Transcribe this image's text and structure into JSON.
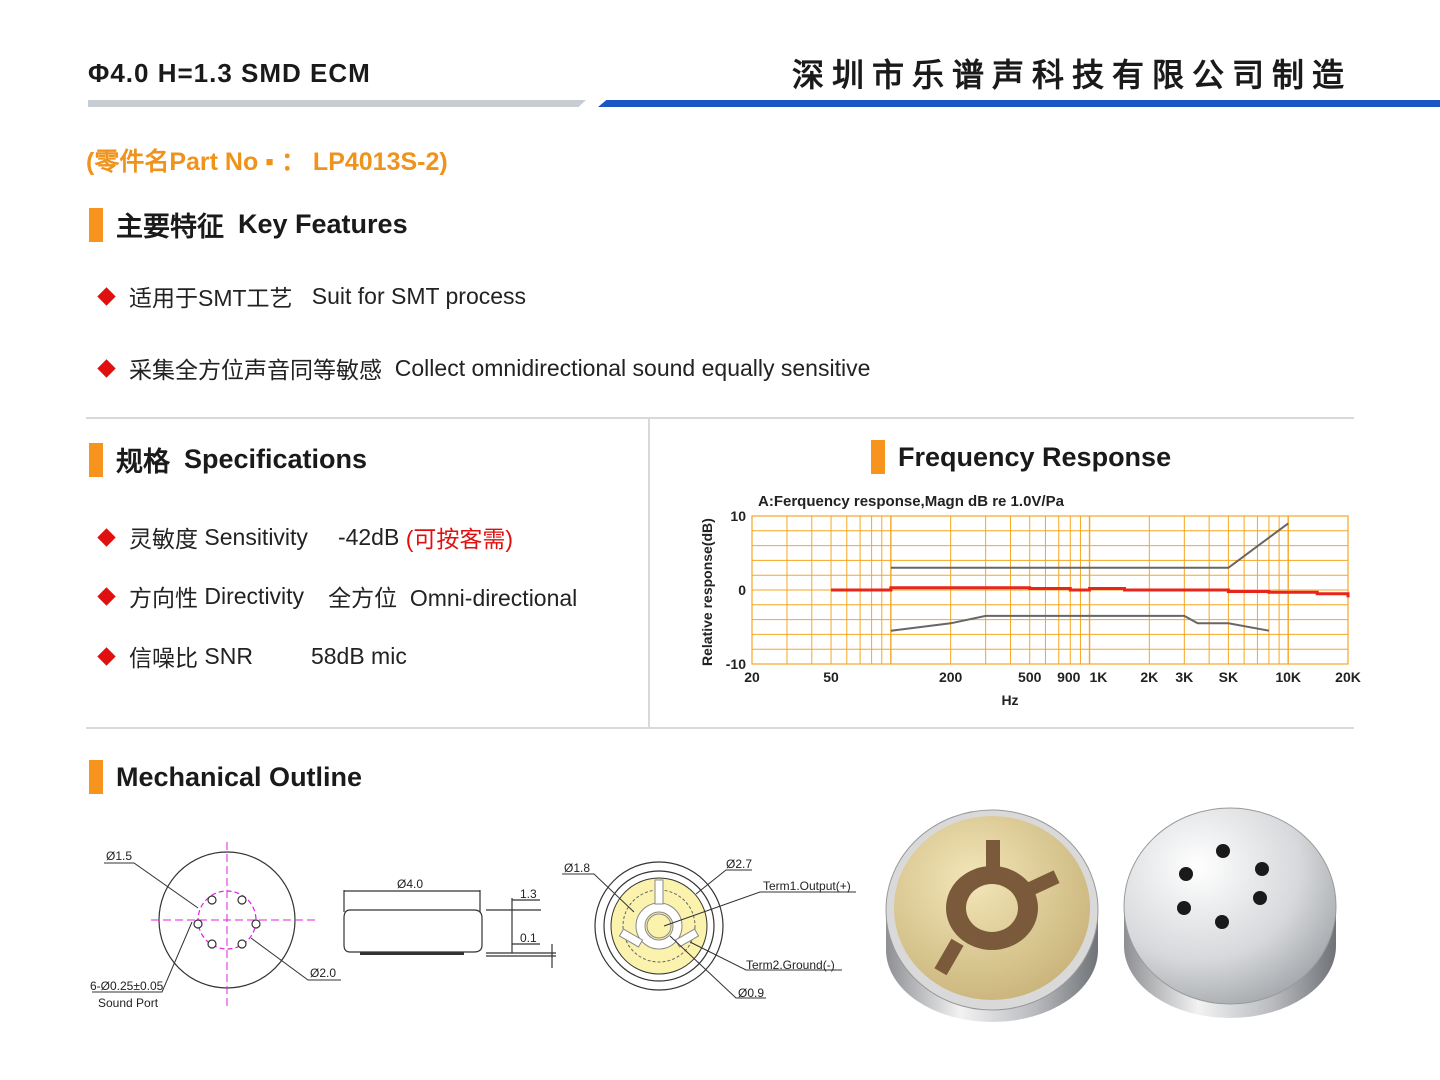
{
  "header": {
    "model": "Φ4.0  H=1.3  SMD  ECM",
    "company": "深圳市乐谱声科技有限公司制造"
  },
  "part_no": "(零件名Part No ▪ ：  LP4013S-2)",
  "features": {
    "title_cn": "主要特征",
    "title_en": "Key Features",
    "items": [
      {
        "cn": "适用于SMT工艺",
        "en": "Suit for SMT process"
      },
      {
        "cn": "采集全方位声音同等敏感",
        "en": "Collect omnidirectional sound equally sensitive"
      }
    ]
  },
  "specs": {
    "title_cn": "规格",
    "title_en": "Specifications",
    "items": [
      {
        "label_cn": "灵敏度",
        "label_en": "Sensitivity",
        "value": "-42dB",
        "note": "(可按客需)"
      },
      {
        "label_cn": "方向性",
        "label_en": "Directivity",
        "value": "全方位  Omni-directional",
        "note": ""
      },
      {
        "label_cn": "信噪比",
        "label_en": "SNR",
        "value": "58dB mic",
        "note": ""
      }
    ]
  },
  "frequency": {
    "title": "Frequency Response"
  },
  "chart_data": {
    "type": "line",
    "title": "A:Ferquency response,Magn dB re 1.0V/Pa",
    "xlabel": "Hz",
    "ylabel": "Relative  response(dB)",
    "x_scale": "log",
    "xlim": [
      20,
      20000
    ],
    "ylim": [
      -10,
      10
    ],
    "x_ticks": [
      {
        "v": 20,
        "label": "20"
      },
      {
        "v": 50,
        "label": "50"
      },
      {
        "v": 200,
        "label": "200"
      },
      {
        "v": 500,
        "label": "500"
      },
      {
        "v": 900,
        "label": "900"
      },
      {
        "v": 1000,
        "label": "1K"
      },
      {
        "v": 2000,
        "label": "2K"
      },
      {
        "v": 3000,
        "label": "3K"
      },
      {
        "v": 5000,
        "label": "SK"
      },
      {
        "v": 10000,
        "label": "10K"
      },
      {
        "v": 20000,
        "label": "20K"
      }
    ],
    "y_ticks": [
      {
        "v": 10,
        "label": "10"
      },
      {
        "v": 0,
        "label": "0"
      },
      {
        "v": -10,
        "label": "-10"
      }
    ],
    "grid": true,
    "colors": {
      "grid": "#f5a623",
      "response": "#e8251b",
      "limits": "#666666"
    },
    "series": [
      {
        "role": "response",
        "x": [
          50,
          100,
          300,
          500,
          800,
          900,
          1000,
          1500,
          3000,
          5000,
          8000,
          10000,
          14000,
          20000
        ],
        "y": [
          0.0,
          0.3,
          0.3,
          0.2,
          0.0,
          0.0,
          0.2,
          0.0,
          0.0,
          -0.2,
          -0.3,
          -0.3,
          -0.5,
          -1.0
        ]
      },
      {
        "role": "upper-limit",
        "x": [
          100,
          900,
          1100,
          5000,
          10000
        ],
        "y": [
          3,
          3,
          3,
          3,
          9
        ]
      },
      {
        "role": "lower-limit",
        "x": [
          100,
          200,
          300,
          900,
          1100,
          3000,
          3500,
          5000,
          8000
        ],
        "y": [
          -5.5,
          -4.5,
          -3.5,
          -3.5,
          -3.5,
          -3.5,
          -4.5,
          -4.5,
          -5.5
        ]
      }
    ]
  },
  "mechanical": {
    "title": "Mechanical Outline",
    "top_view": {
      "d_outer": "Ø1.5",
      "ports": "6-Ø0.25±0.05",
      "ports_label": "Sound Port",
      "d_ring": "Ø2.0"
    },
    "side_view": {
      "diameter": "Ø4.0",
      "height": "1.3",
      "pad": "0.1"
    },
    "bottom_view": {
      "d1": "Ø1.8",
      "d2": "Ø2.7",
      "term1": "Term1.Output(+)",
      "term2": "Term2.Ground(-)",
      "d3": "Ø0.9"
    }
  }
}
